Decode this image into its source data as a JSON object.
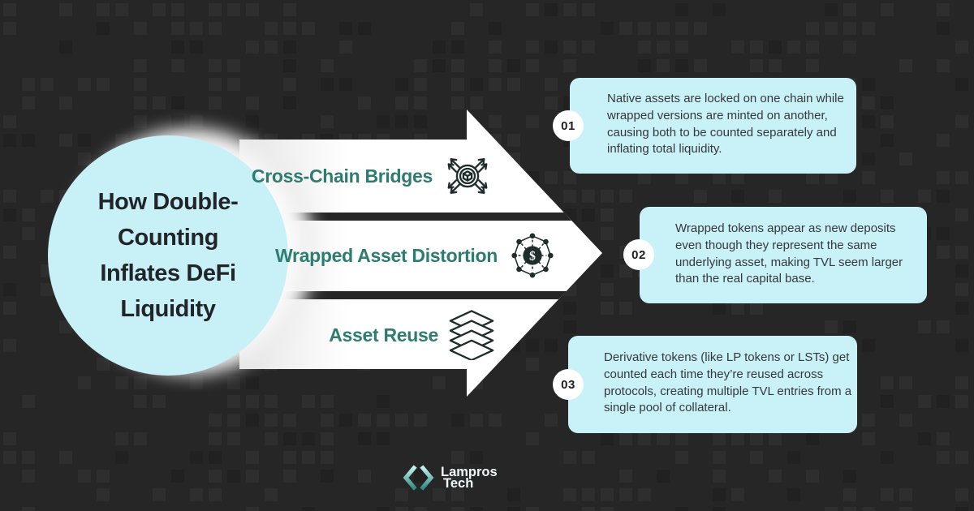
{
  "theme": {
    "background": "#262626",
    "panel_cyan": "#c8f1f8",
    "accent_teal": "#2d7c70",
    "band_white": "#ffffff",
    "ink_dark": "#212428"
  },
  "title": {
    "lines": [
      "How Double-",
      "Counting",
      "Inflates DeFi",
      "Liquidity"
    ]
  },
  "steps": [
    {
      "number": "01",
      "label": "Cross-Chain Bridges",
      "icon": "bridge-icon",
      "description": "Native assets are locked on one chain while wrapped versions are minted on another, causing both to be counted separately and inflating total liquidity."
    },
    {
      "number": "02",
      "label": "Wrapped Asset Distortion",
      "icon": "network-dollar-icon",
      "description": "Wrapped tokens appear as new deposits even though they represent the same underlying asset, making TVL seem larger than the real capital base."
    },
    {
      "number": "03",
      "label": "Asset Reuse",
      "icon": "layers-icon",
      "description": "Derivative tokens (like LP tokens or LSTs) get counted each time they’re reused across protocols, creating multiple TVL entries from a single pool of collateral."
    }
  ],
  "footer": {
    "brand_line1": "Lampros",
    "brand_line2": "Tech",
    "logo_icon": "code-brackets-icon"
  }
}
